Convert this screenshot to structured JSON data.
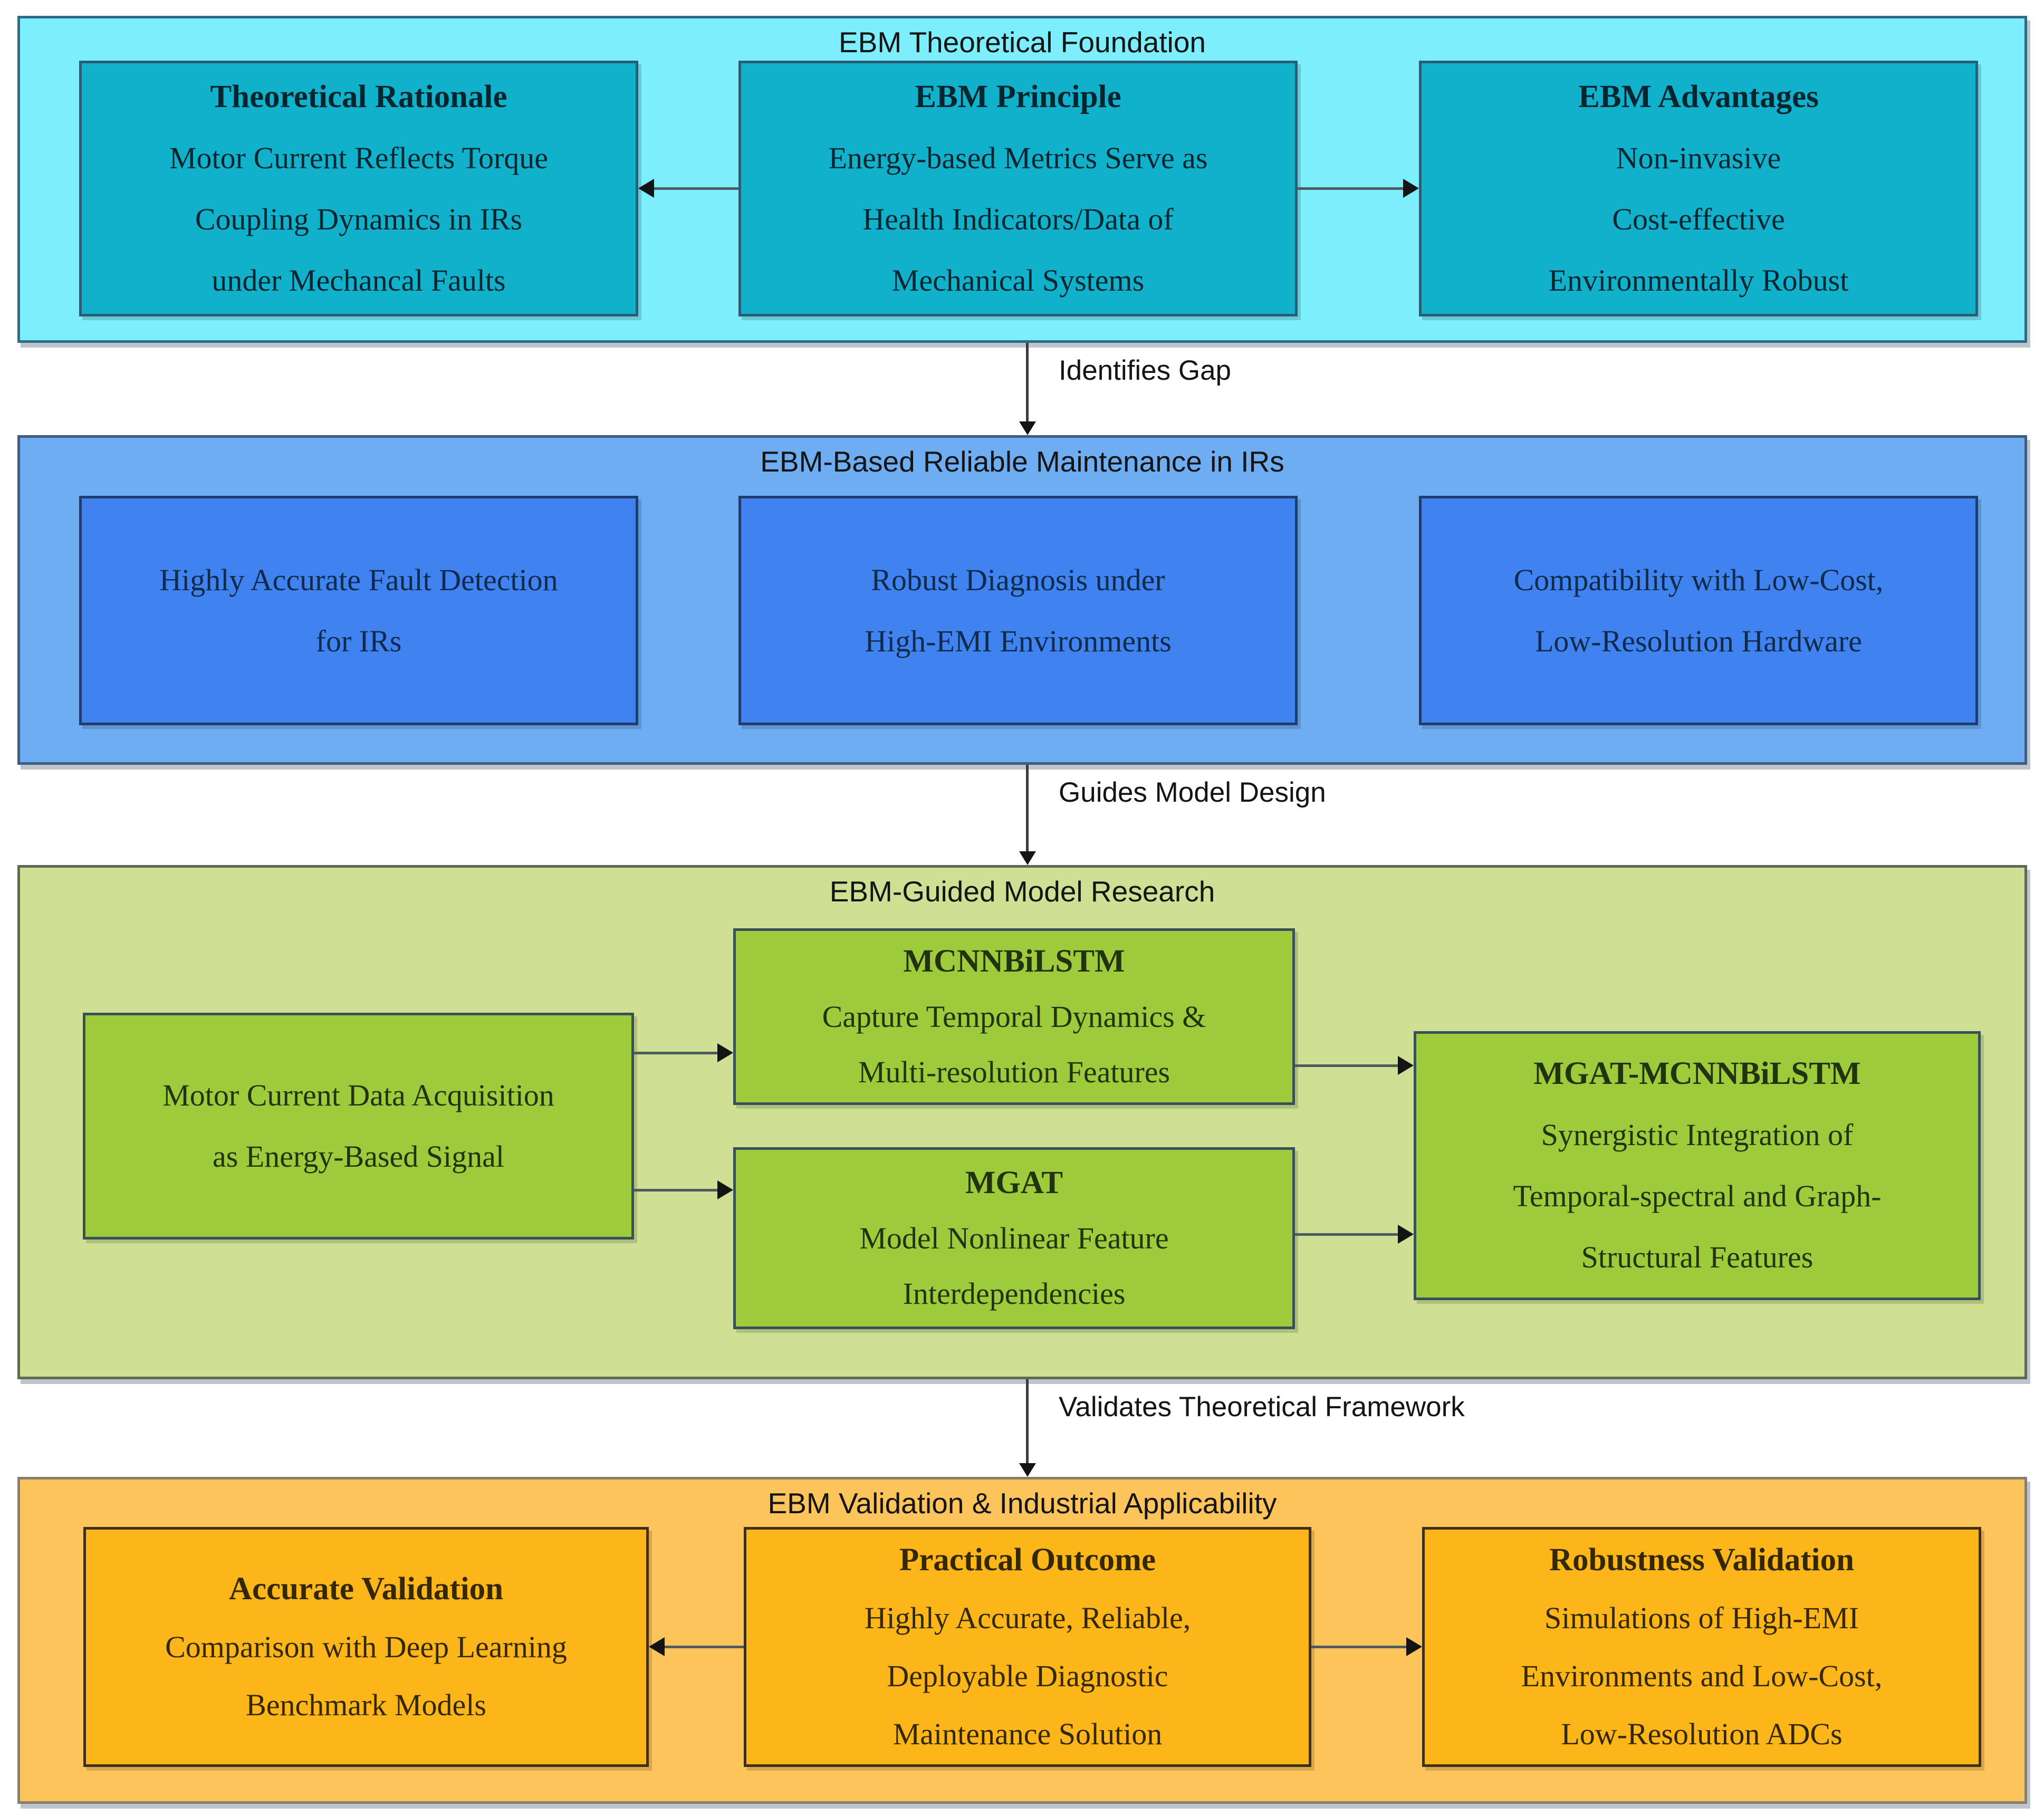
{
  "colors": {
    "page_bg": "#ffffff",
    "arrow_line": "#4d5b5e",
    "arrow_head": "#141414",
    "connector_line": "#3c3c3c",
    "label_text": "#141414",
    "band1": {
      "bg": "#7ceefc",
      "border": "#2f6b86",
      "box_bg": "#12b1cb",
      "box_border": "#2a5e77",
      "text": "#05262f"
    },
    "band2": {
      "bg": "#6fadf2",
      "border": "#3f5d80",
      "box_bg": "#4083f0",
      "box_border": "#1e3d6e",
      "text": "#102a4a"
    },
    "band3": {
      "bg": "#cfe094",
      "border": "#5e6b52",
      "box_bg": "#9ecb3c",
      "box_border": "#375157",
      "text": "#22330f"
    },
    "band4": {
      "bg": "#fdc45c",
      "border": "#87806e",
      "box_bg": "#fcb61a",
      "box_border": "#3c301b",
      "text": "#332800"
    }
  },
  "bands": [
    {
      "title": "EBM Theoretical Foundation",
      "boxes": [
        {
          "heading": "Theoretical Rationale",
          "lines": [
            "Motor Current Reflects Torque",
            "Coupling Dynamics in IRs",
            "under Mechancal Faults"
          ]
        },
        {
          "heading": "EBM Principle",
          "lines": [
            "Energy-based Metrics Serve as",
            "Health Indicators/Data of",
            "Mechanical Systems"
          ]
        },
        {
          "heading": "EBM Advantages",
          "lines": [
            "Non-invasive",
            "Cost-effective",
            "Environmentally Robust"
          ]
        }
      ]
    },
    {
      "title": "EBM-Based Reliable Maintenance in IRs",
      "boxes": [
        {
          "lines": [
            "Highly Accurate Fault Detection",
            "for IRs"
          ]
        },
        {
          "lines": [
            "Robust Diagnosis under",
            "High-EMI Environments"
          ]
        },
        {
          "lines": [
            "Compatibility with Low-Cost,",
            "Low-Resolution Hardware"
          ]
        }
      ]
    },
    {
      "title": "EBM-Guided Model Research",
      "boxes": [
        {
          "lines": [
            "Motor Current Data Acquisition",
            "as Energy-Based Signal"
          ]
        },
        {
          "heading": "MCNNBiLSTM",
          "lines": [
            "Capture Temporal Dynamics &",
            "Multi-resolution Features"
          ]
        },
        {
          "heading": "MGAT",
          "lines": [
            "Model Nonlinear Feature",
            "Interdependencies"
          ]
        },
        {
          "heading": "MGAT-MCNNBiLSTM",
          "lines": [
            "Synergistic Integration of",
            "Temporal-spectral and Graph-",
            "Structural Features"
          ]
        }
      ]
    },
    {
      "title": "EBM Validation & Industrial Applicability",
      "boxes": [
        {
          "heading": "Accurate Validation",
          "lines": [
            "Comparison with Deep Learning",
            "Benchmark Models"
          ]
        },
        {
          "heading": "Practical Outcome",
          "lines": [
            "Highly Accurate, Reliable,",
            "Deployable Diagnostic",
            "Maintenance Solution"
          ]
        },
        {
          "heading": "Robustness Validation",
          "lines": [
            "Simulations of High-EMI",
            "Environments and Low-Cost,",
            "Low-Resolution ADCs"
          ]
        }
      ]
    }
  ],
  "connectors": [
    {
      "label": "Identifies Gap"
    },
    {
      "label": "Guides Model Design"
    },
    {
      "label": "Validates Theoretical Framework"
    }
  ]
}
